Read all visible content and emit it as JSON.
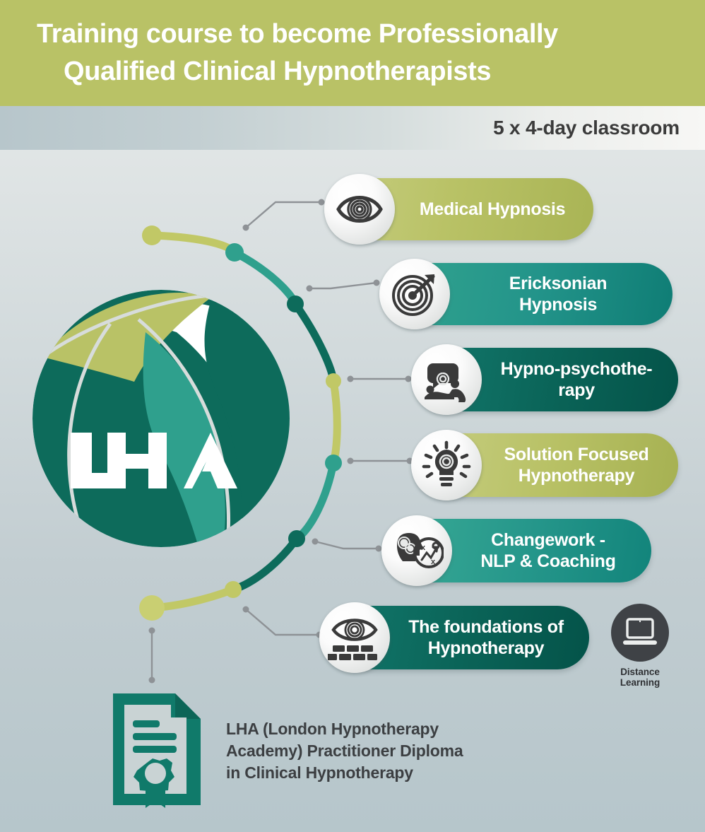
{
  "header": {
    "title_line1": "Training course to become Professionally",
    "title_line2": "Qualified Clinical Hypnotherapists",
    "subtitle": "5 x 4-day classroom",
    "band_color": "#b9c266",
    "title_color": "#ffffff"
  },
  "logo": {
    "wordmark": "LHA",
    "colors": {
      "dark_teal": "#0d6b5b",
      "mid_teal": "#2fa08d",
      "olive": "#b9c266",
      "white": "#ffffff"
    }
  },
  "modules": [
    {
      "label": "Medical Hypnosis",
      "icon": "eye-spiral-icon",
      "color_from": "#c4cb7a",
      "color_to": "#a7b252",
      "ring_color": "#b9c266"
    },
    {
      "label": "Ericksonian\nHypnosis",
      "icon": "target-arrow-icon",
      "color_from": "#2fa08d",
      "color_to": "#17857a",
      "ring_color": "#2fa08d"
    },
    {
      "label": "Hypno-psychothe-\nrapy",
      "icon": "therapy-couch-icon",
      "color_from": "#10756a",
      "color_to": "#06594f",
      "ring_color": "#0d6b5b"
    },
    {
      "label": "Solution Focused\nHypnotherapy",
      "icon": "lightbulb-spiral-icon",
      "color_from": "#c4cb7a",
      "color_to": "#a7b252",
      "ring_color": "#b9c266"
    },
    {
      "label": "Changework -\nNLP & Coaching",
      "icon": "head-gears-strategy-icon",
      "color_from": "#36a893",
      "color_to": "#17857a",
      "ring_color": "#2fa08d"
    },
    {
      "label": "The foundations of\nHypnotherapy",
      "icon": "eye-bricks-icon",
      "color_from": "#10756a",
      "color_to": "#06594f",
      "ring_color": "#0d6b5b"
    }
  ],
  "distance_learning": {
    "label": "Distance Learning",
    "icon": "laptop-icon",
    "circle_color": "#3f4246"
  },
  "diploma": {
    "icon": "certificate-ribbon-icon",
    "icon_color": "#107a6a",
    "text": "LHA (London Hypnotherapy\nAcademy) Practitioner Diploma\nin Clinical Hypnotherapy"
  },
  "connector": {
    "node_colors": [
      "#c1c866",
      "#2fa08d",
      "#0d6b5b",
      "#c1c866",
      "#2fa08d",
      "#0d6b5b",
      "#c1c866"
    ],
    "leader_color": "#8e9296"
  }
}
